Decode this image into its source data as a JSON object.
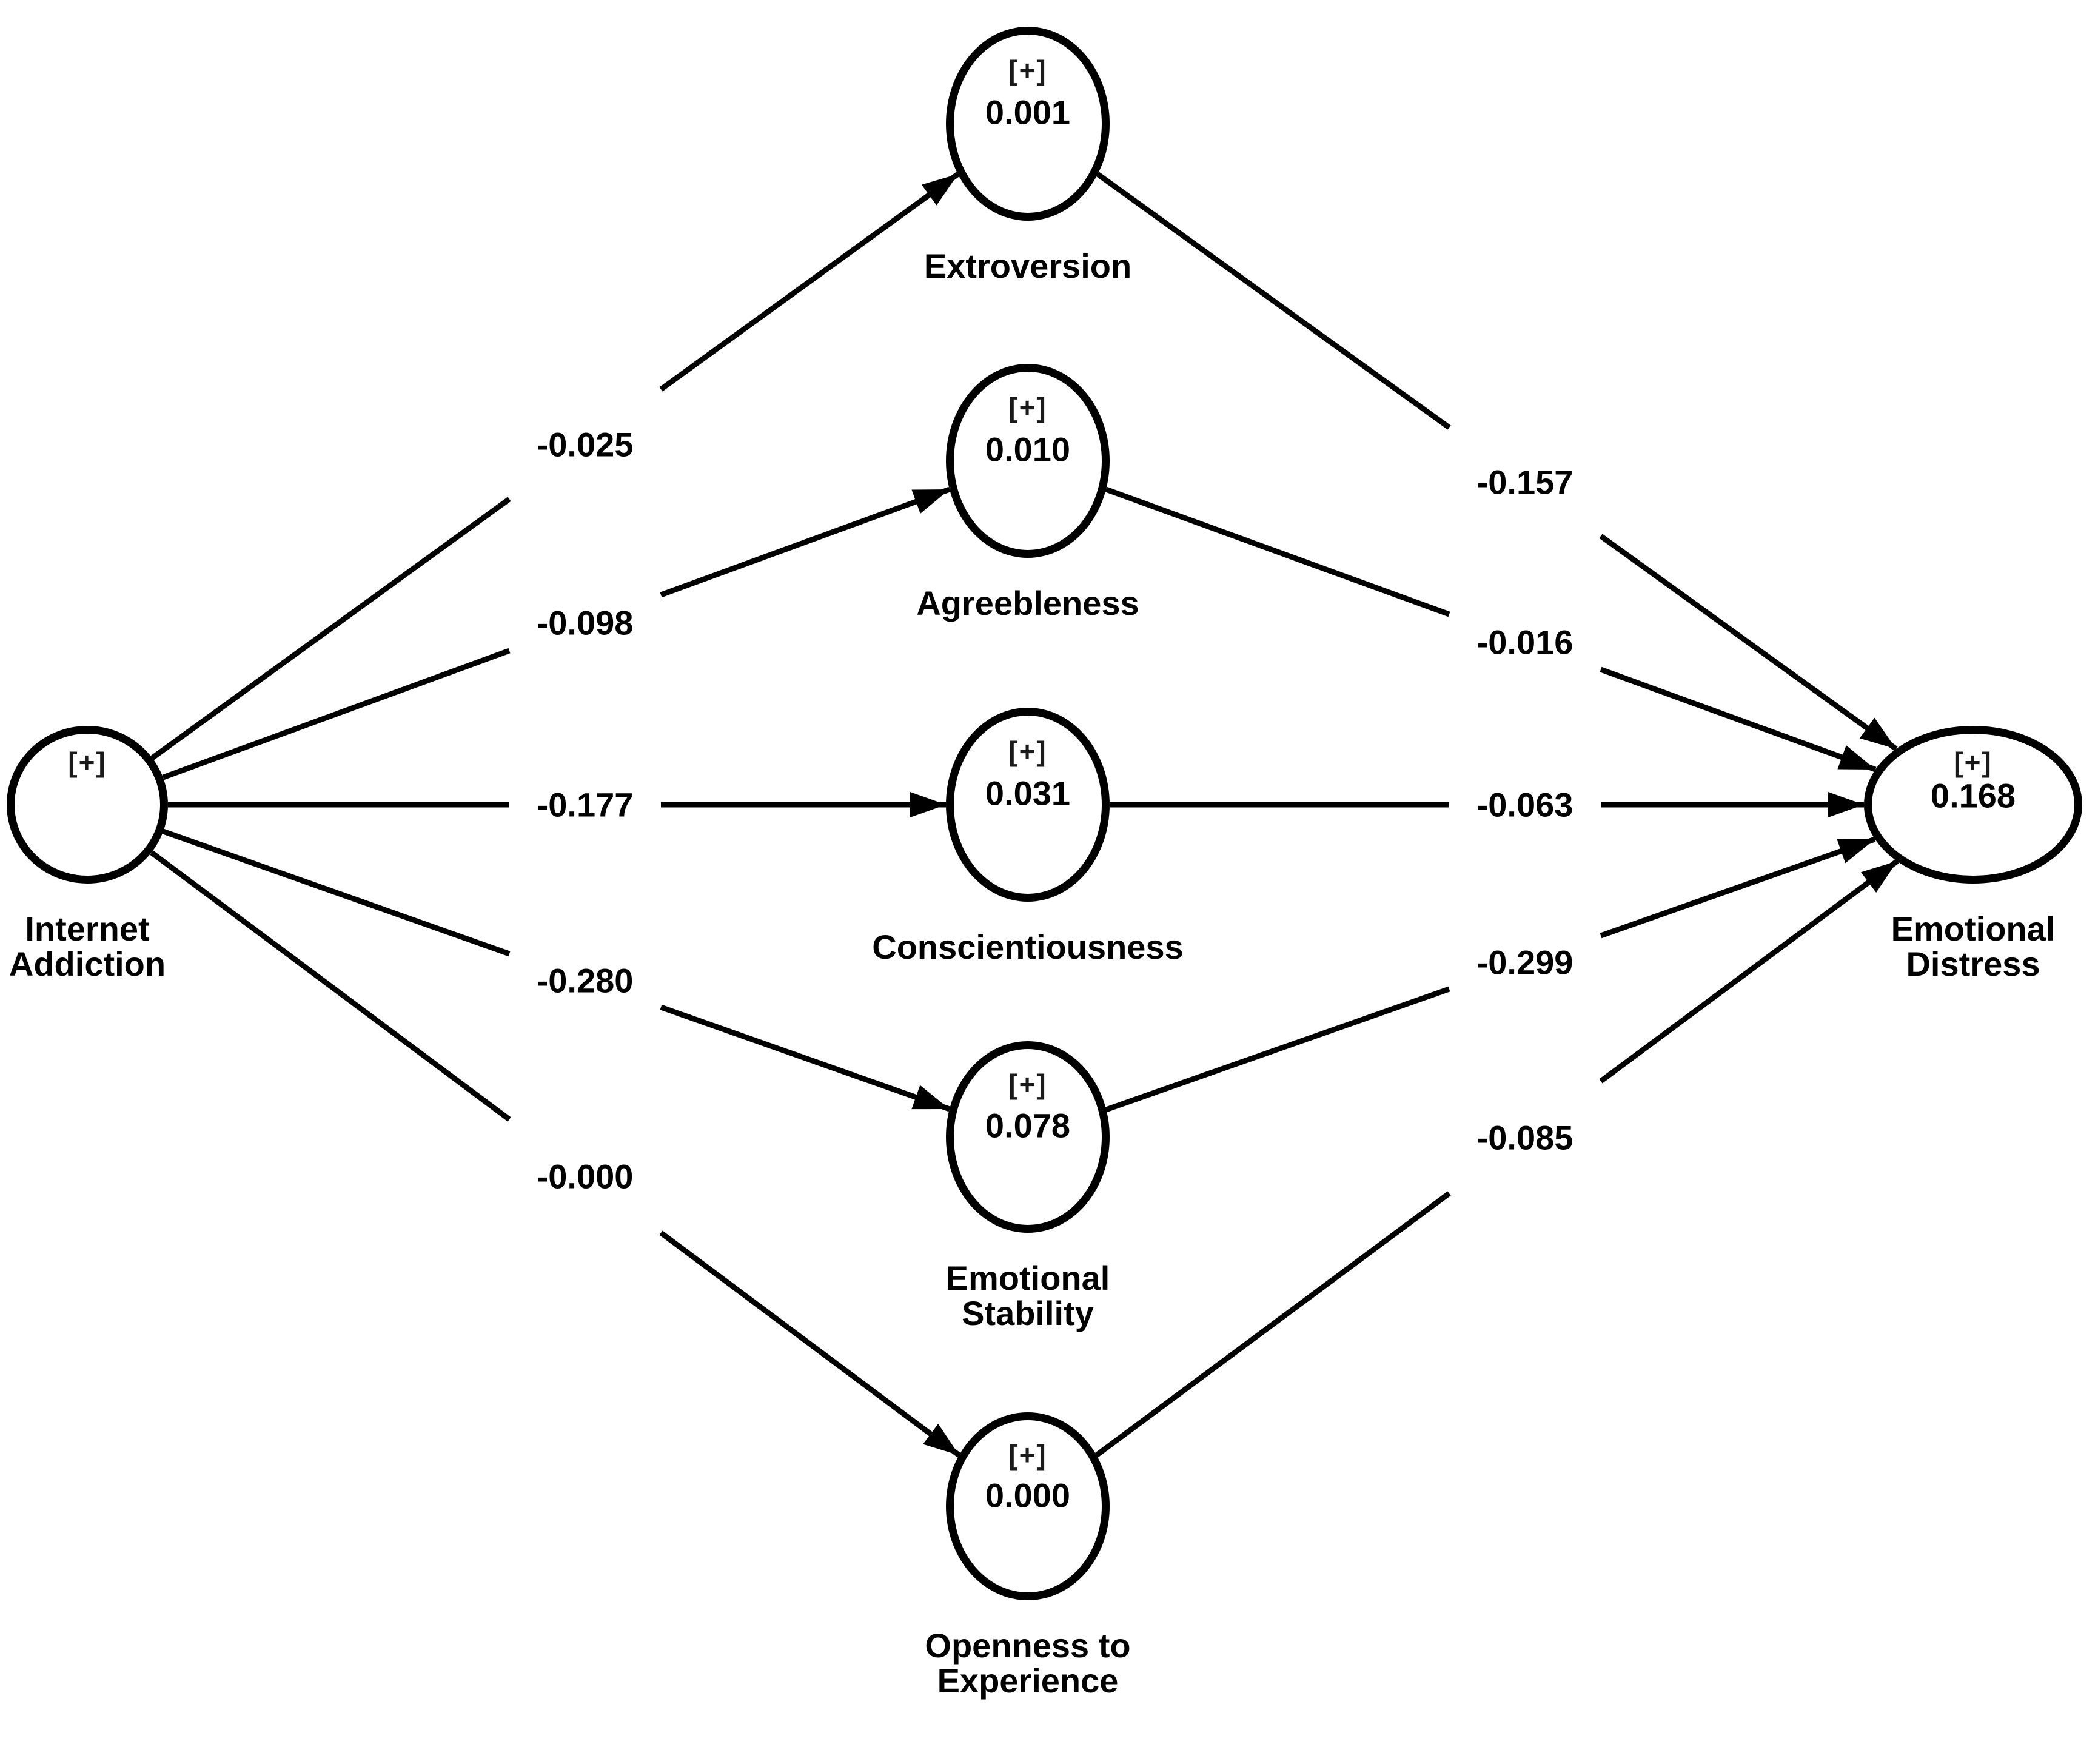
{
  "diagram": {
    "type": "structural-model-path-diagram",
    "background_color": "#ffffff",
    "stroke_color": "#000000",
    "text_color": "#000000",
    "nodes": [
      {
        "id": "internet-addiction",
        "expand_badge": "[+]",
        "r2": "",
        "label_lines": [
          "Internet",
          "Addiction"
        ]
      },
      {
        "id": "extroversion",
        "expand_badge": "[+]",
        "r2": "0.001",
        "label_lines": [
          "Extroversion"
        ]
      },
      {
        "id": "agreebleness",
        "expand_badge": "[+]",
        "r2": "0.010",
        "label_lines": [
          "Agreebleness"
        ]
      },
      {
        "id": "conscientiousness",
        "expand_badge": "[+]",
        "r2": "0.031",
        "label_lines": [
          "Conscientiousness"
        ]
      },
      {
        "id": "emotional-stability",
        "expand_badge": "[+]",
        "r2": "0.078",
        "label_lines": [
          "Emotional",
          "Stability"
        ]
      },
      {
        "id": "openness-to-experience",
        "expand_badge": "[+]",
        "r2": "0.000",
        "label_lines": [
          "Openness to",
          "Experience"
        ]
      },
      {
        "id": "emotional-distress",
        "expand_badge": "[+]",
        "r2": "0.168",
        "label_lines": [
          "Emotional",
          "Distress"
        ]
      }
    ],
    "edges": [
      {
        "from": "Internet Addiction",
        "to": "Extroversion",
        "coefficient": "-0.025"
      },
      {
        "from": "Internet Addiction",
        "to": "Agreebleness",
        "coefficient": "-0.098"
      },
      {
        "from": "Internet Addiction",
        "to": "Conscientiousness",
        "coefficient": "-0.177"
      },
      {
        "from": "Internet Addiction",
        "to": "Emotional Stability",
        "coefficient": "-0.280"
      },
      {
        "from": "Internet Addiction",
        "to": "Openness to Experience",
        "coefficient": "-0.000"
      },
      {
        "from": "Extroversion",
        "to": "Emotional Distress",
        "coefficient": "-0.157"
      },
      {
        "from": "Agreebleness",
        "to": "Emotional Distress",
        "coefficient": "-0.016"
      },
      {
        "from": "Conscientiousness",
        "to": "Emotional Distress",
        "coefficient": "-0.063"
      },
      {
        "from": "Emotional Stability",
        "to": "Emotional Distress",
        "coefficient": "-0.299"
      },
      {
        "from": "Openness to Experience",
        "to": "Emotional Distress",
        "coefficient": "-0.085"
      }
    ]
  }
}
